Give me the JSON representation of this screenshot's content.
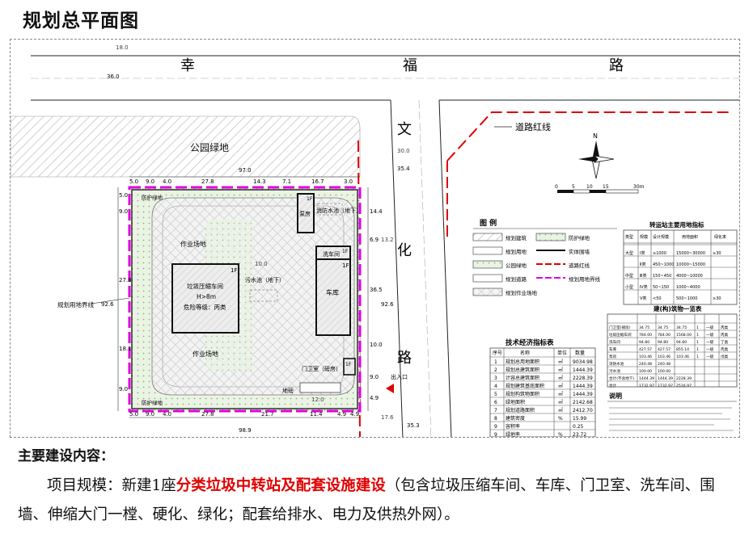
{
  "title": "规划总平面图",
  "plan": {
    "road_chars": [
      "幸",
      "福",
      "路"
    ],
    "road_vertical_chars": [
      "文",
      "化",
      "路"
    ],
    "road_red_line_label": "道路红线",
    "park_green_label": "公园绿地",
    "boundary_label": "规划用地界线",
    "north_label": "N",
    "scale_labels": [
      "0",
      "5",
      "10",
      "15",
      "30m"
    ],
    "buildings": {
      "compression": {
        "tag": "1F",
        "lines": [
          "垃圾压缩车间",
          "H>8m",
          "危险等级：丙类"
        ]
      },
      "garage": {
        "tag": "1F",
        "label": "车库"
      },
      "wash": {
        "tag": "1F",
        "label": "洗车间"
      },
      "pump": {
        "tag": "1F",
        "label": "泵房"
      },
      "gate": {
        "tag": "1F",
        "label": "门卫室（磅房）"
      }
    },
    "labels": {
      "fire_pool": "消防水池（地下）",
      "sewage_pool": "污水池（地下）",
      "work_area_1": "作业场地",
      "work_area_2": "作业场地",
      "buffer_green_1": "防护绿地",
      "buffer_green_2": "防护绿地",
      "weighbridge": "地磅",
      "entrance": "出入口"
    },
    "dimensions": {
      "top_segments": [
        "5.0",
        "9.0",
        "4.0",
        "27.8",
        "14.3",
        "7.1",
        "16.7",
        "3.0"
      ],
      "top_total": "97.0",
      "bottom_segments": [
        "5.0",
        "9.0",
        "4.0",
        "27.8",
        "21.7",
        "11.4",
        "4.9",
        "4.9"
      ],
      "bottom_total": "98.9",
      "left_segments": [
        "5.0",
        "9.0",
        "27.8",
        "18.1",
        "9.0"
      ],
      "left_total": "92.6",
      "right_segments": [
        "14.4",
        "6.9",
        "36.5",
        "10.0",
        "9.0",
        "4.9"
      ],
      "right_total": "92.6",
      "road_top": "36.0",
      "road_wen": "35.4",
      "road_right": "35.3",
      "misc": [
        "18.0",
        "30.0",
        "17.6",
        "12.0",
        "10.0",
        "13.2"
      ]
    },
    "legend": {
      "title": "图 例",
      "items": [
        "规划建筑",
        "规划用地",
        "公园绿地",
        "规划道路",
        "规划作业场地",
        "防护绿地",
        "实体围墙",
        "道路红线",
        "规划用地界线"
      ]
    },
    "tech_table": {
      "title": "技术经济指标表",
      "headers": [
        "序号",
        "名称",
        "单位",
        "数量"
      ],
      "rows": [
        [
          "1",
          "规划总用地面积",
          "㎡",
          "9034.98"
        ],
        [
          "2",
          "规划总建筑面积",
          "㎡",
          "1444.39"
        ],
        [
          "3",
          "计容总建筑面积",
          "㎡",
          "2228.39"
        ],
        [
          "4",
          "规划建筑基底面积",
          "㎡",
          "1444.39"
        ],
        [
          "5",
          "规划构筑物面积",
          "㎡",
          "1444.39"
        ],
        [
          "6",
          "绿地面积",
          "㎡",
          "2142.68"
        ],
        [
          "7",
          "规划道路面积",
          "㎡",
          "2412.70"
        ],
        [
          "8",
          "建筑密度",
          "%",
          "15.99"
        ],
        [
          "9",
          "容积率",
          "",
          "0.25"
        ],
        [
          "9",
          "绿地率",
          "%",
          "23.72"
        ]
      ]
    },
    "station_table": {
      "title": "转运站主要用地指标",
      "headers": [
        "类型",
        "规模",
        "设计规模",
        "用地面积",
        "绿化率"
      ],
      "rows": [
        [
          "大型",
          "Ⅰ类",
          "≥1000",
          "15000~30000",
          "≥30"
        ],
        [
          "",
          "Ⅱ类",
          "450~1000",
          "10000~15000",
          ""
        ],
        [
          "中型",
          "Ⅲ类",
          "150~450",
          "4000~10000",
          ""
        ],
        [
          "小型",
          "Ⅳ类",
          "50~150",
          "1000~4000",
          ""
        ],
        [
          "",
          "Ⅴ类",
          "<50",
          "500~1000",
          "≥30"
        ]
      ]
    },
    "building_list": {
      "title": "建(构)筑物一览表",
      "rows": [
        [
          "门卫室(磅房)",
          "34.75",
          "34.75",
          "34.75",
          "1",
          "一级",
          "丙类"
        ],
        [
          "垃圾压缩车间",
          "784.00",
          "784.00",
          "1568.00",
          "1",
          "一级",
          "丙类"
        ],
        [
          "洗车间",
          "94.80",
          "94.80",
          "94.80",
          "1",
          "一级",
          "丁类"
        ],
        [
          "车库",
          "427.57",
          "427.57",
          "855.14",
          "1",
          "一级",
          "丙类"
        ],
        [
          "泵房",
          "103.46",
          "103.46",
          "103.46",
          "1",
          "一级",
          "戊类"
        ],
        [
          "消防水池",
          "240.48",
          "240.48",
          "",
          "",
          "",
          ""
        ],
        [
          "污水池",
          "100.00",
          "100.00",
          "",
          "",
          "",
          ""
        ],
        [
          "合计(不含地下)",
          "1444.39",
          "1444.39",
          "2228.39",
          "",
          "",
          ""
        ],
        [
          "合计",
          "1732.97",
          "1732.97",
          "2516.97",
          "",
          "",
          ""
        ]
      ]
    },
    "notes_title": "说明"
  },
  "section_heading": "主要建设内容：",
  "content": {
    "prefix": "项目规模：新建1座",
    "highlight": "分类垃圾中转站及配套设施建设",
    "suffix": "（包含垃圾压缩车间、车库、门卫室、洗车间、围墙、伸缩大门一樘、硬化、绿化；配套给排水、电力及供热外网）。"
  },
  "colors": {
    "red_line": "#e00000",
    "boundary": "#e000e0",
    "highlight": "#e00000",
    "green": "#cfe6c4",
    "hatch": "#bdbdbd"
  }
}
